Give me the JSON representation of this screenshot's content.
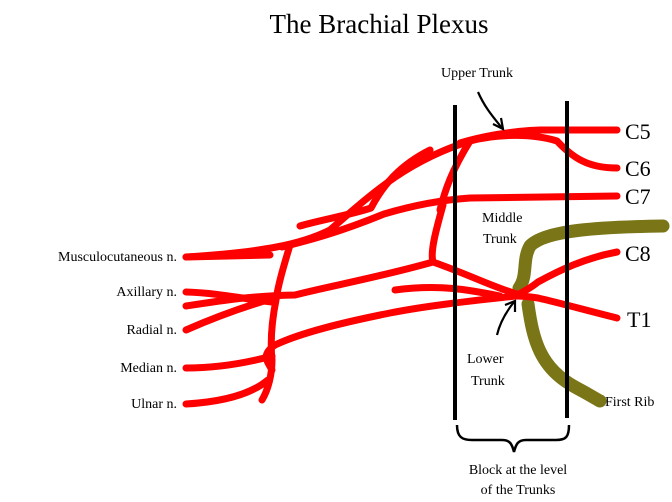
{
  "title": "The Brachial Plexus",
  "roots": {
    "c5": "C5",
    "c6": "C6",
    "c7": "C7",
    "c8": "C8",
    "t1": "T1"
  },
  "trunks": {
    "upper": "Upper Trunk",
    "middle_line1": "Middle",
    "middle_line2": "Trunk",
    "lower_line1": "Lower",
    "lower_line2": "Trunk"
  },
  "nerves": {
    "musculocutaneous": "Musculocutaneous n.",
    "axillary": "Axillary n.",
    "radial": "Radial n.",
    "median": "Median n.",
    "ulnar": "Ulnar n."
  },
  "first_rib": "First Rib",
  "block_line1": "Block at the level",
  "block_line2": "of the Trunks",
  "colors": {
    "nerve": "#ff0000",
    "rib": "#7a7618",
    "outline": "#000000"
  }
}
